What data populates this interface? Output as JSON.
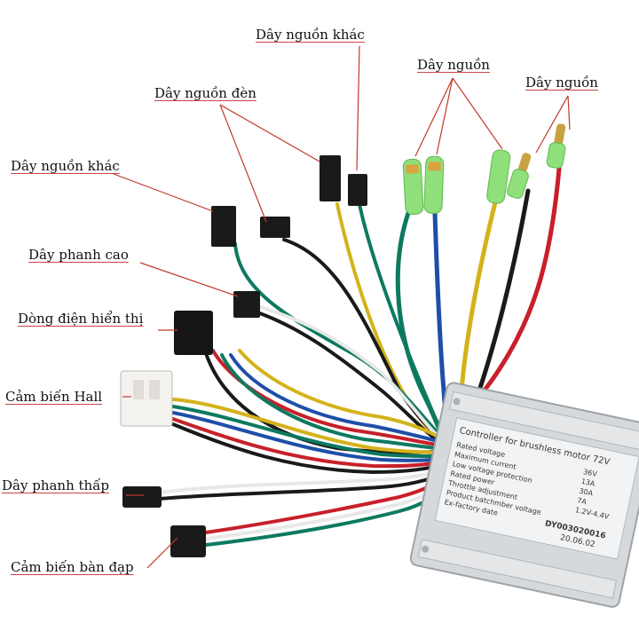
{
  "labels": {
    "power_other_top": "Dây nguồn khác",
    "power_mid": "Dây nguồn",
    "power_right": "Dây nguồn",
    "power_light": "Dây nguồn đèn",
    "power_other_left": "Dây nguồn khác",
    "brake_high": "Dây phanh cao",
    "display_current": "Dòng điện hiển thị",
    "hall_sensor": "Cảm biến Hall",
    "brake_low": "Dây phanh thấp",
    "pedal_sensor": "Cảm biến bàn đạp"
  },
  "controller": {
    "title": "Controller for brushless motor 72V",
    "specs": [
      "Rated voltage",
      "Maximum current",
      "Low voltage protection",
      "Rated power",
      "Throttle adjustment",
      "Product batchmber voltage",
      "Ex-factory date"
    ],
    "values": [
      "36V",
      "13A",
      "30A",
      "7A",
      "1.2V-4.4V"
    ],
    "serial": "DY003020016",
    "date": "20.06.02"
  },
  "colors": {
    "leader_line": "#c0392b",
    "green_wire": "#0d7a5f",
    "yellow_wire": "#d4b21a",
    "blue_wire": "#1e4fa8",
    "red_wire": "#c8202a",
    "black_wire": "#1a1a1a",
    "white_wire": "#e8e8e8",
    "insulator": "#8fe07a",
    "controller_body": "#d6d9dc"
  }
}
